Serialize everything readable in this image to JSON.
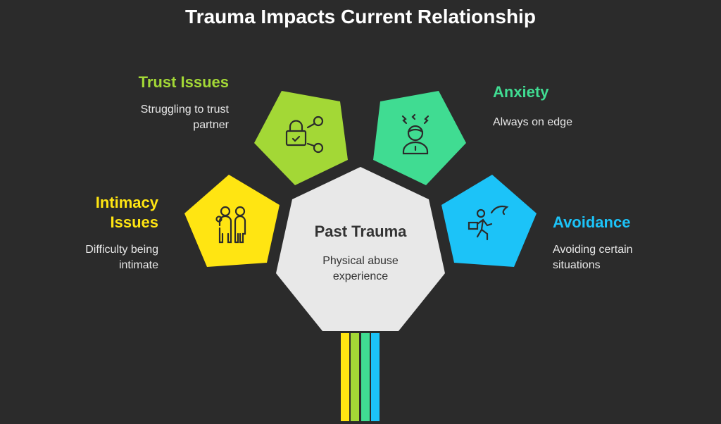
{
  "title": "Trauma Impacts Current Relationship",
  "center": {
    "title": "Past Trauma",
    "desc": "Physical abuse experience",
    "color": "#e8e8e8"
  },
  "items": [
    {
      "title": "Trust Issues",
      "desc": "Struggling to trust partner",
      "color": "#a3d836",
      "icon": "lock-share-icon"
    },
    {
      "title": "Anxiety",
      "desc": "Always on edge",
      "color": "#40dc92",
      "icon": "stressed-person-icon"
    },
    {
      "title": "Intimacy Issues",
      "desc": "Difficulty being intimate",
      "color": "#ffe512",
      "icon": "two-people-icon"
    },
    {
      "title": "Avoidance",
      "desc": "Avoiding certain situations",
      "color": "#1cc3f8",
      "icon": "person-running-icon"
    }
  ]
}
